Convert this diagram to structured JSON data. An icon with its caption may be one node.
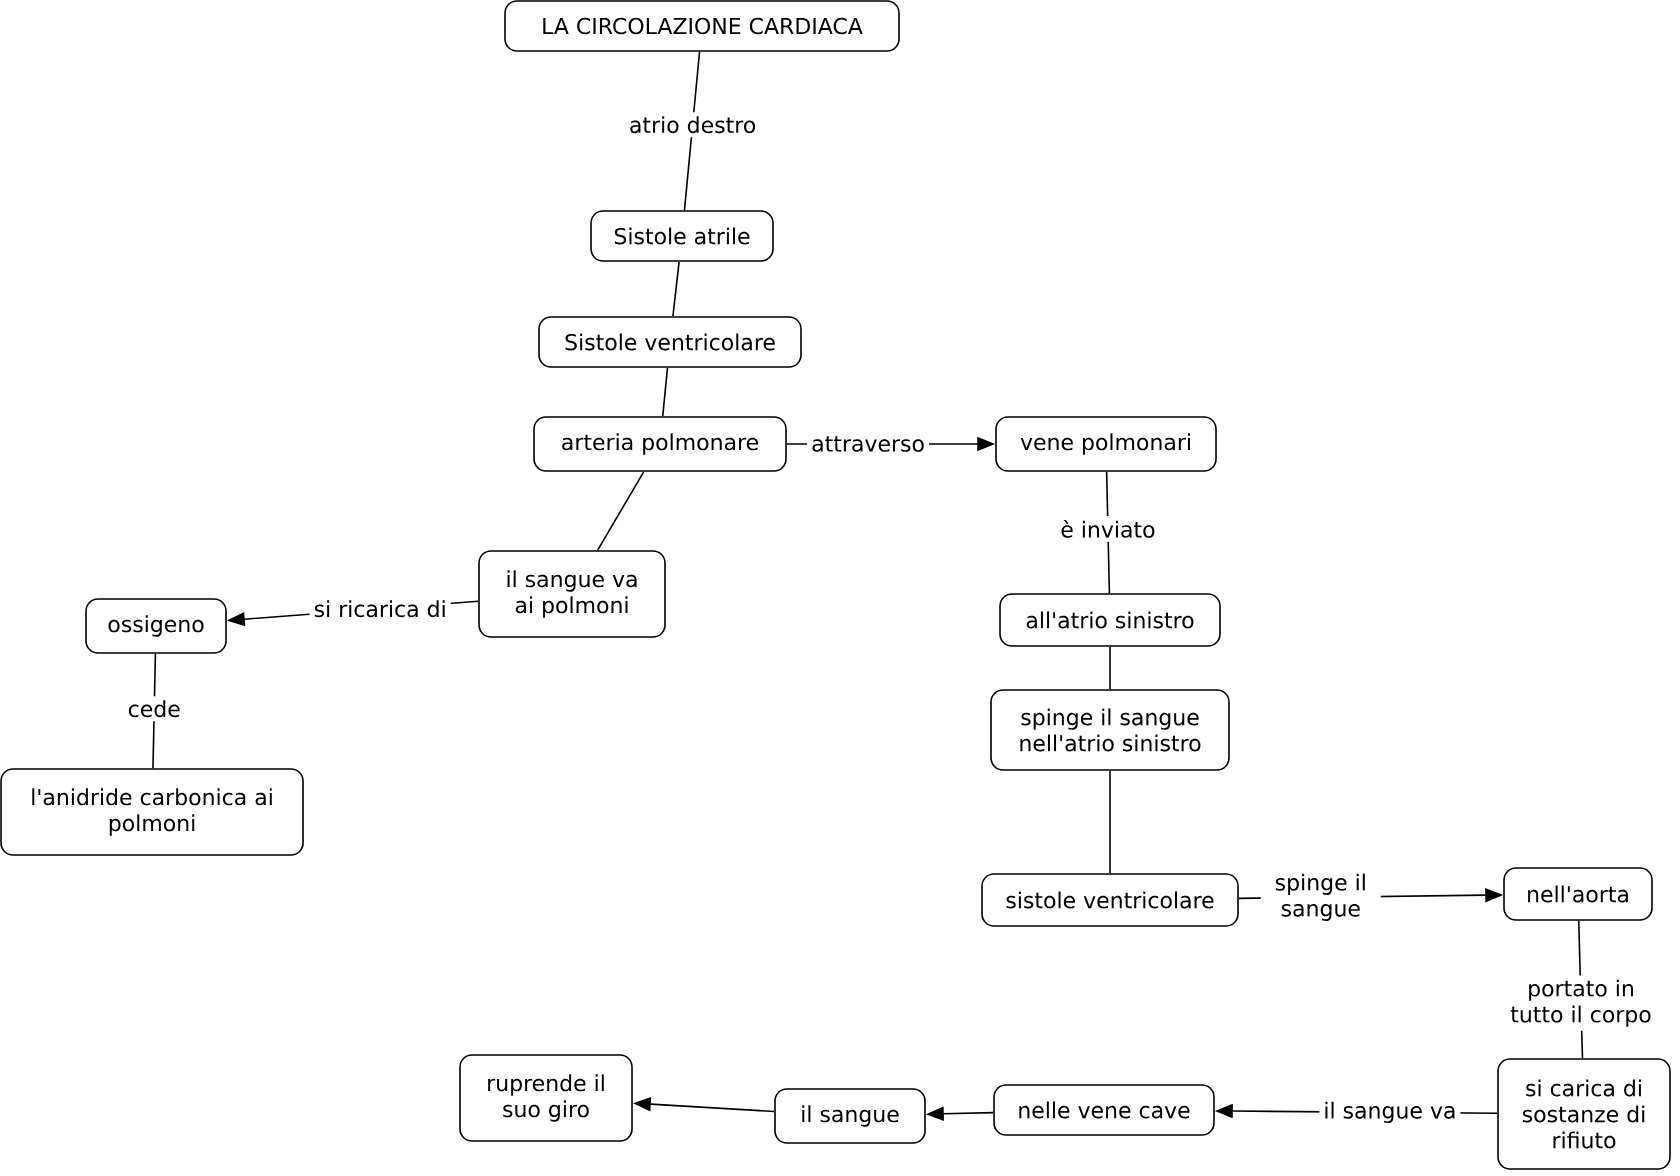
{
  "diagram": {
    "nodes": [
      {
        "text": [
          "LA CIRCOLAZIONE CARDIACA"
        ]
      },
      {
        "text": [
          "Sistole atrile"
        ]
      },
      {
        "text": [
          "Sistole ventricolare"
        ]
      },
      {
        "text": [
          "arteria polmonare"
        ]
      },
      {
        "text": [
          "vene polmonari"
        ]
      },
      {
        "text": [
          "il sangue va ai polmoni"
        ]
      },
      {
        "text": [
          "ossigeno"
        ]
      },
      {
        "text": [
          "l'anidride carbonica ai polmoni"
        ]
      },
      {
        "text": [
          "all'atrio sinistro"
        ]
      },
      {
        "text": [
          "spinge il sangue nell'atrio sinistro"
        ]
      },
      {
        "text": [
          "sistole ventricolare"
        ]
      },
      {
        "text": [
          "nell'aorta"
        ]
      },
      {
        "text": [
          "si carica di sostanze di rifiuto"
        ]
      },
      {
        "text": [
          "nelle vene cave"
        ]
      },
      {
        "text": [
          "il sangue"
        ]
      },
      {
        "text": [
          "ruprende il suo giro"
        ]
      }
    ],
    "edges": [
      {
        "from": 0,
        "to": 1,
        "arrow": "none",
        "label": "atrio destro"
      },
      {
        "from": 1,
        "to": 2,
        "arrow": "none"
      },
      {
        "from": 2,
        "to": 3,
        "arrow": "none"
      },
      {
        "from": 3,
        "to": 4,
        "arrow": "to",
        "label": "attraverso"
      },
      {
        "from": 3,
        "to": 5,
        "arrow": "none"
      },
      {
        "from": 5,
        "to": 6,
        "arrow": "to",
        "label": "si ricarica di"
      },
      {
        "from": 6,
        "to": 7,
        "arrow": "none",
        "label": "cede"
      },
      {
        "from": 4,
        "to": 8,
        "arrow": "none",
        "label": "è inviato"
      },
      {
        "from": 8,
        "to": 9,
        "arrow": "none"
      },
      {
        "from": 9,
        "to": 10,
        "arrow": "none"
      },
      {
        "from": 10,
        "to": 11,
        "arrow": "to",
        "label": "spinge il sangue"
      },
      {
        "from": 11,
        "to": 12,
        "arrow": "none",
        "label": "portato in tutto il corpo"
      },
      {
        "from": 12,
        "to": 13,
        "arrow": "to",
        "label": "il sangue va"
      },
      {
        "from": 13,
        "to": 14,
        "arrow": "to"
      },
      {
        "from": 14,
        "to": 15,
        "arrow": "to"
      }
    ]
  }
}
